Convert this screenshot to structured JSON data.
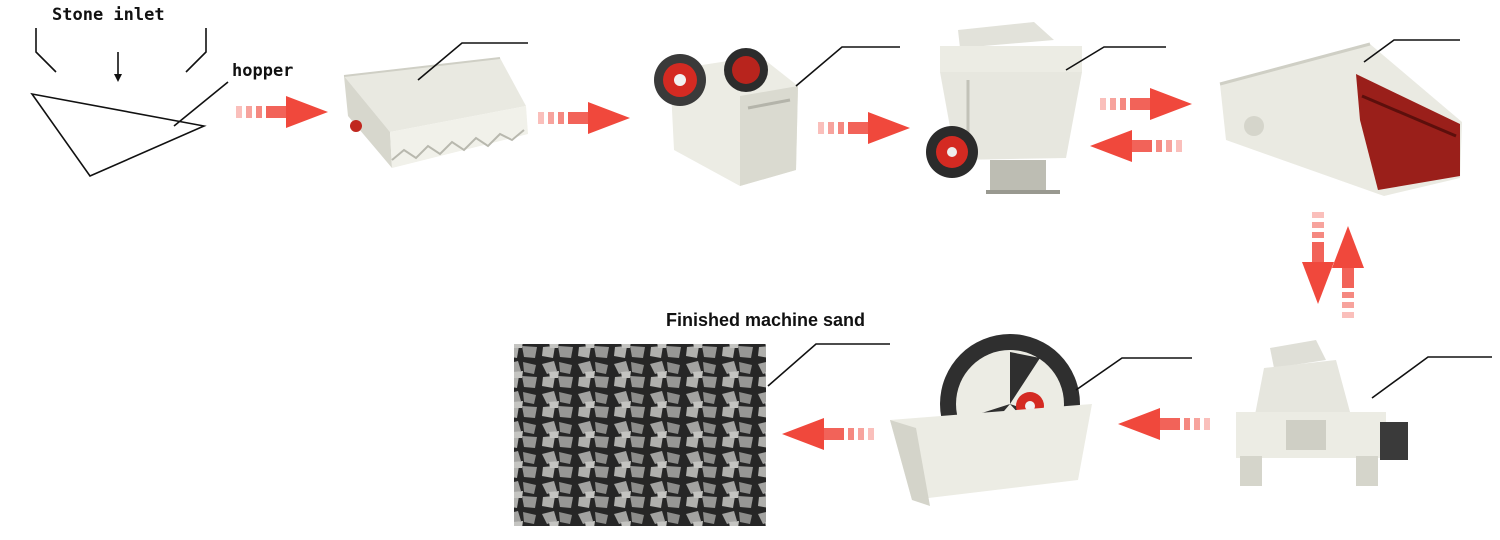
{
  "labels": {
    "stone_inlet": "Stone inlet",
    "hopper": "hopper",
    "finished_product": "Finished machine sand"
  },
  "colors": {
    "arrow": "#f0483c",
    "machine_body": "#ecece4",
    "machine_shadow": "#c9c9bf",
    "screen_red": "#9a1f1a",
    "wheel_red": "#d42a22",
    "wheel_dark": "#2b2b2b",
    "stone_light": "#9a9a98",
    "stone_dark": "#2a2a2a"
  },
  "flow": [
    "hopper",
    "vibrating-feeder",
    "jaw-crusher",
    "cone-crusher",
    "vibrating-screen",
    "sand-making-machine",
    "sand-washer",
    "finished-sand"
  ]
}
